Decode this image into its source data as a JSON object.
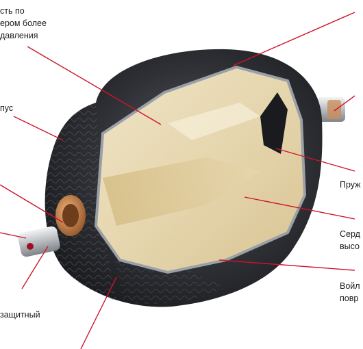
{
  "labels": {
    "top_left_line1": "сть по",
    "top_left_line2": "ером более",
    "top_left_line3": "давления",
    "body_label": "пус",
    "spring": "Пруж",
    "core_line1": "Серд",
    "core_line2": "высо",
    "fiber_line1": "Войл",
    "fiber_line2": "повр",
    "protective": "защитный"
  },
  "colors": {
    "leader": "#d0142c",
    "shell": "#2a2c30",
    "foam": "#e8dcc0",
    "valve_copper": "#c07a45"
  }
}
